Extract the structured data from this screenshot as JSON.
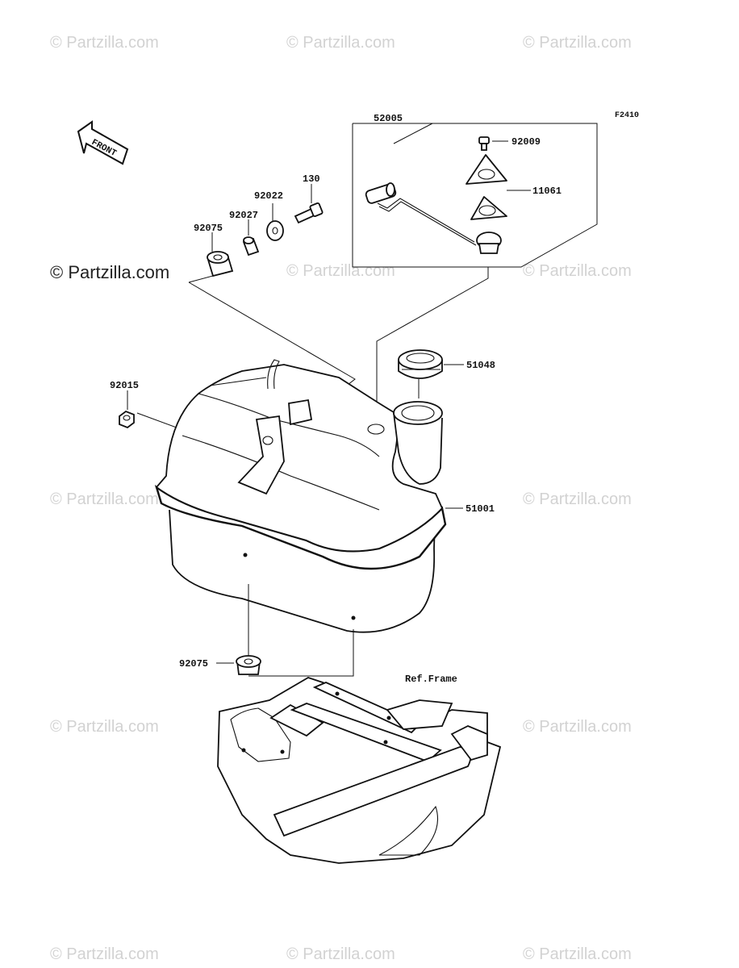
{
  "figure_code": "F2410",
  "front_label": "FRONT",
  "watermark": {
    "text": "© Partzilla.com"
  },
  "callouts": {
    "c52005": "52005",
    "c92009": "92009",
    "c11061": "11061",
    "c130": "130",
    "c92022": "92022",
    "c92027": "92027",
    "c92075a": "92075",
    "c51048": "51048",
    "c92015": "92015",
    "c51001": "51001",
    "c92075b": "92075",
    "ref_frame": "Ref.Frame"
  }
}
